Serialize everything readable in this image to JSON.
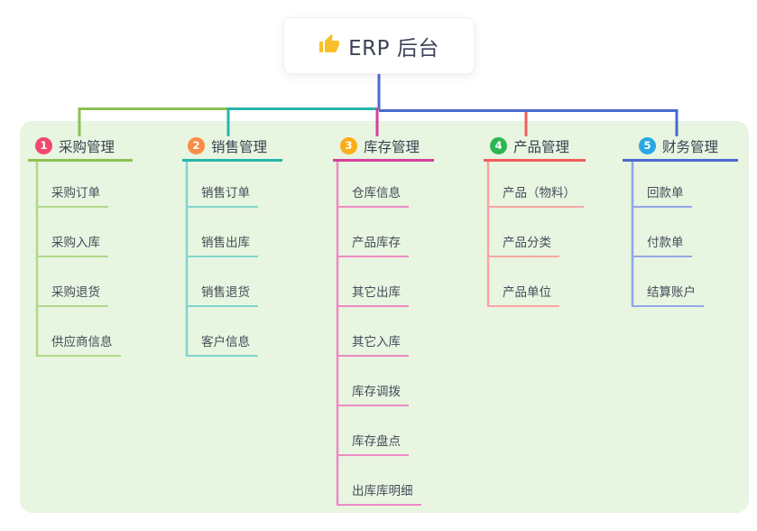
{
  "root": {
    "label": "ERP 后台",
    "icon": "thumbs-up-icon"
  },
  "colors": {
    "canvas_background": "#ffffff",
    "panel_background": "#e7f5e1",
    "root_connector": "#4c6ad4",
    "root_text": "#3d4456",
    "title_text": "#3a4150",
    "child_text": "#454c58",
    "icon_color": "#f8bf2a"
  },
  "branches": [
    {
      "num": "1",
      "label": "采购管理",
      "line_color": "#8cc152",
      "child_line_color": "#b2d88a",
      "badge_color": "#f2486f",
      "children": [
        "采购订单",
        "采购入库",
        "采购退货",
        "供应商信息"
      ]
    },
    {
      "num": "2",
      "label": "销售管理",
      "line_color": "#28b6a8",
      "child_line_color": "#82d5cb",
      "badge_color": "#fa8c47",
      "children": [
        "销售订单",
        "销售出库",
        "销售退货",
        "客户信息"
      ]
    },
    {
      "num": "3",
      "label": "库存管理",
      "line_color": "#d63f9e",
      "child_line_color": "#ef8ac5",
      "badge_color": "#fbad18",
      "children": [
        "仓库信息",
        "产品库存",
        "其它出库",
        "其它入库",
        "库存调拨",
        "库存盘点",
        "出库库明细"
      ]
    },
    {
      "num": "4",
      "label": "产品管理",
      "line_color": "#f25e5e",
      "child_line_color": "#f8a6a3",
      "badge_color": "#2eb553",
      "children": [
        "产品（物料）",
        "产品分类",
        "产品单位"
      ]
    },
    {
      "num": "5",
      "label": "财务管理",
      "line_color": "#4a6ad0",
      "child_line_color": "#93a6e6",
      "badge_color": "#29a7e1",
      "children": [
        "回款单",
        "付款单",
        "结算账户"
      ]
    }
  ]
}
